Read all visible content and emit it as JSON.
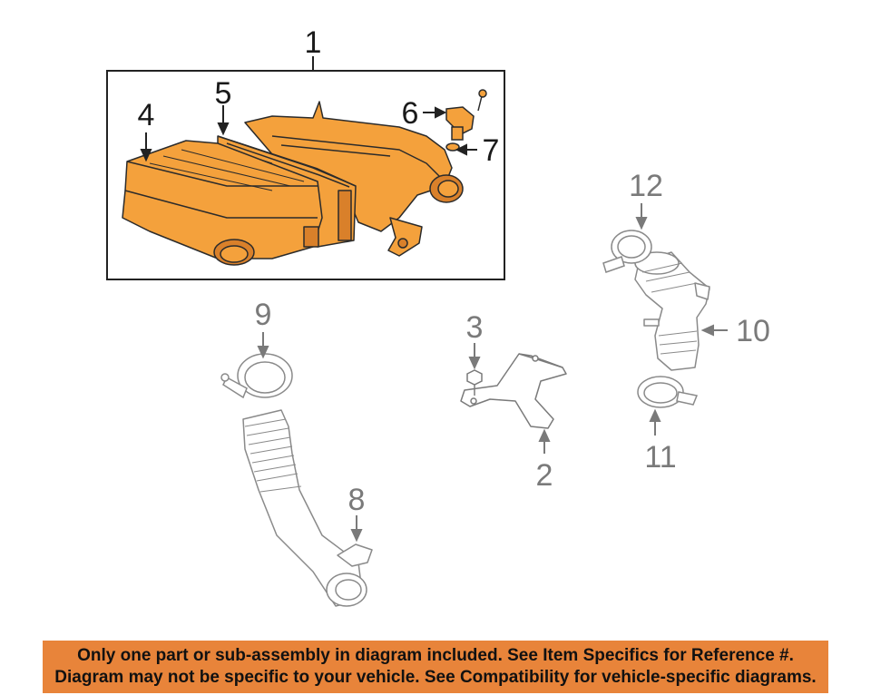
{
  "callouts": {
    "c1": "1",
    "c2": "2",
    "c3": "3",
    "c4": "4",
    "c5": "5",
    "c6": "6",
    "c7": "7",
    "c8": "8",
    "c9": "9",
    "c10": "10",
    "c11": "11",
    "c12": "12"
  },
  "banner": {
    "line1": "Only one part or sub-assembly in diagram included. See Item Specifics for Reference #.",
    "line2": "Diagram may not be specific to your vehicle. See Compatibility for vehicle-specific diagrams."
  },
  "colors": {
    "highlight_part": "#f4a13c",
    "highlight_shade": "#d9802a",
    "outline": "#2b2b2b",
    "gray_part": "#9a9a9a",
    "banner": "#e8843a"
  }
}
